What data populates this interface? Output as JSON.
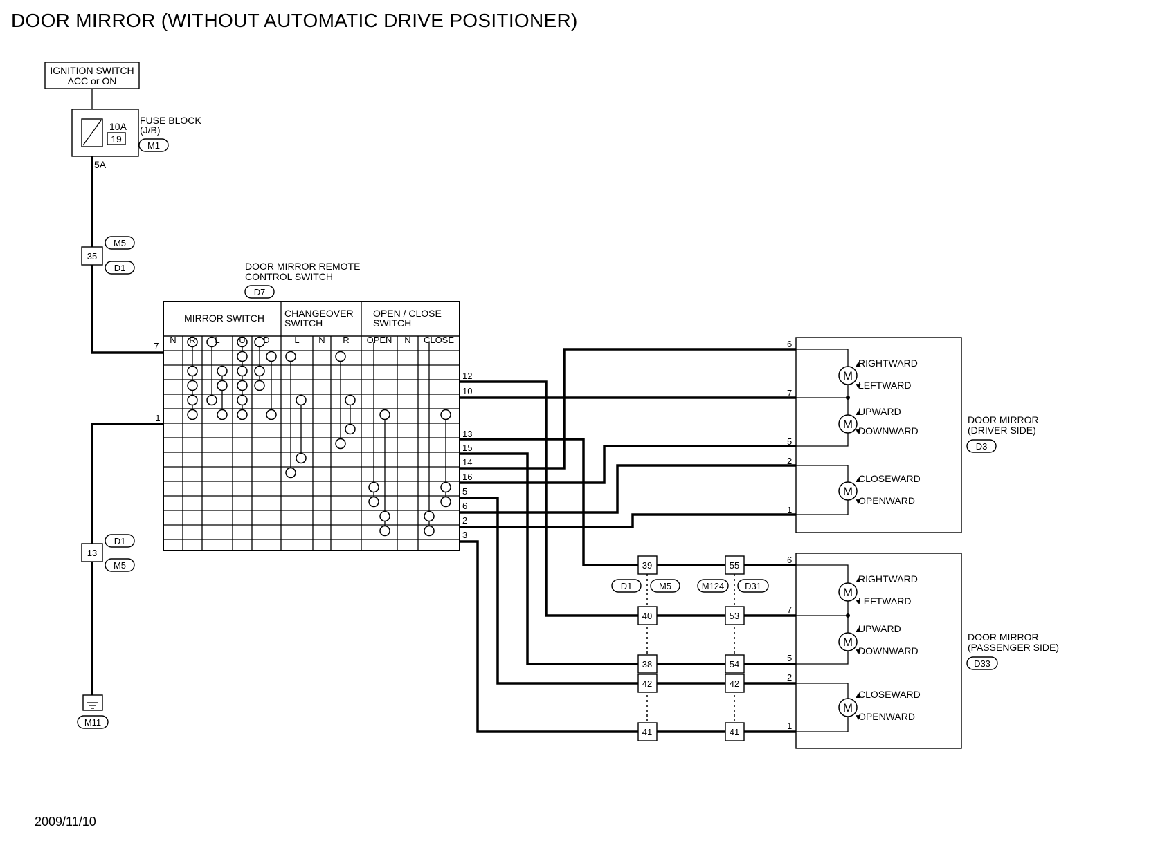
{
  "title": "DOOR MIRROR (WITHOUT AUTOMATIC DRIVE POSITIONER)",
  "date": "2009/11/10",
  "ignition": {
    "line1": "IGNITION SWITCH",
    "line2": "ACC or ON"
  },
  "fuse": {
    "rating": "10A",
    "number": "19",
    "label1": "FUSE BLOCK",
    "label2": "(J/B)",
    "connector": "M1",
    "terminal": "5A"
  },
  "joint_35": {
    "pin": "35",
    "conn_top": "M5",
    "conn_bottom": "D1"
  },
  "joint_13": {
    "pin": "13",
    "conn_top": "D1",
    "conn_bottom": "M5"
  },
  "ground": {
    "connector": "M11"
  },
  "remote_switch": {
    "label1": "DOOR MIRROR REMOTE",
    "label2": "CONTROL SWITCH",
    "connector": "D7",
    "groups": {
      "mirror": "MIRROR SWITCH",
      "changeover1": "CHANGEOVER",
      "changeover2": "SWITCH",
      "openclose1": "OPEN / CLOSE",
      "openclose2": "SWITCH"
    },
    "columns": [
      "N",
      "R",
      "L",
      "U",
      "D",
      "L",
      "N",
      "R",
      "OPEN",
      "N",
      "CLOSE"
    ],
    "left_pins": [
      "7",
      "1"
    ],
    "right_pins": [
      "12",
      "10",
      "13",
      "15",
      "14",
      "16",
      "5",
      "6",
      "2",
      "3"
    ]
  },
  "driver_mirror": {
    "label1": "DOOR MIRROR",
    "label2": "(DRIVER SIDE)",
    "connector": "D3",
    "pins": [
      "6",
      "7",
      "5",
      "2",
      "1"
    ],
    "motor_symbol": "M",
    "motors": [
      {
        "up": "RIGHTWARD",
        "down": "LEFTWARD"
      },
      {
        "up": "UPWARD",
        "down": "DOWNWARD"
      },
      {
        "up": "CLOSEWARD",
        "down": "OPENWARD"
      }
    ]
  },
  "passenger_mirror": {
    "label1": "DOOR MIRROR",
    "label2": "(PASSENGER SIDE)",
    "connector": "D33",
    "pins": [
      "6",
      "7",
      "5",
      "2",
      "1"
    ],
    "motor_symbol": "M",
    "motors": [
      {
        "up": "RIGHTWARD",
        "down": "LEFTWARD"
      },
      {
        "up": "UPWARD",
        "down": "DOWNWARD"
      },
      {
        "up": "CLOSEWARD",
        "down": "OPENWARD"
      }
    ]
  },
  "joints_mid_a": {
    "pins": [
      "39",
      "40",
      "38",
      "42",
      "41"
    ],
    "conn_left": "D1",
    "conn_right": "M5"
  },
  "joints_mid_b": {
    "pins": [
      "55",
      "53",
      "54",
      "42",
      "41"
    ],
    "conn_left": "M124",
    "conn_right": "D31"
  }
}
